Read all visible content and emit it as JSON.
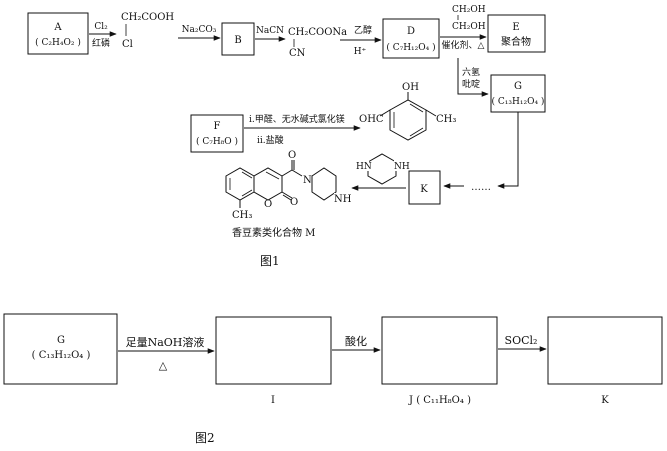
{
  "figure1": {
    "caption": "图1",
    "nodes": {
      "A": {
        "name": "A",
        "formula": "( C₂H₄O₂ )"
      },
      "B": {
        "name": "B"
      },
      "D": {
        "name": "D",
        "formula": "( C₇H₁₂O₄ )"
      },
      "E": {
        "name": "E",
        "desc": "聚合物"
      },
      "F": {
        "name": "F",
        "formula": "( C₇H₈O )"
      },
      "G": {
        "name": "G",
        "formula": "( C₁₃H₁₂O₄ )"
      },
      "K": {
        "name": "K"
      }
    },
    "reagents": {
      "a_top": "Cl₂",
      "a_bottom": "红磷",
      "b_top": "Na₂CO₃",
      "c_top": "NaCN",
      "d_top": "乙醇",
      "d_bottom": "H⁺",
      "e_bottom": "催化剂、△",
      "g_top": "六氢",
      "g_bottom": "吡啶",
      "f_top": "i.甲醛、无水碱式氯化镁",
      "f_bottom": "ii.盐酸",
      "dots": "……"
    },
    "structures": {
      "chloroacetic_top": "CH₂COOH",
      "chloroacetic_cl": "Cl",
      "cyano_top": "CH₂COONa",
      "cyano_cn": "CN",
      "glycol_oh1": "CH₂OH",
      "glycol_oh2": "CH₂OH",
      "aldehyde_cho": "OHC",
      "aldehyde_oh": "OH",
      "aldehyde_ch3": "CH₃",
      "piperazine_hn": "HN",
      "piperazine_nh": "NH",
      "m_o": "O",
      "m_n": "N",
      "m_nh": "NH",
      "m_ch3": "CH₃",
      "m_ring_o": "O",
      "m_co": "O"
    },
    "product_name": "香豆素类化合物 M"
  },
  "figure2": {
    "caption": "图2",
    "boxes": {
      "G": {
        "name": "G",
        "formula": "( C₁₃H₁₂O₄ )"
      },
      "I": {
        "label": "I"
      },
      "J": {
        "label": "J ( C₁₁H₈O₄ )"
      },
      "K": {
        "label": "K"
      }
    },
    "arrows": {
      "a1_top": "足量NaOH溶液",
      "a1_bottom": "△",
      "a2_top": "酸化",
      "a3_top": "SOCl₂"
    }
  }
}
